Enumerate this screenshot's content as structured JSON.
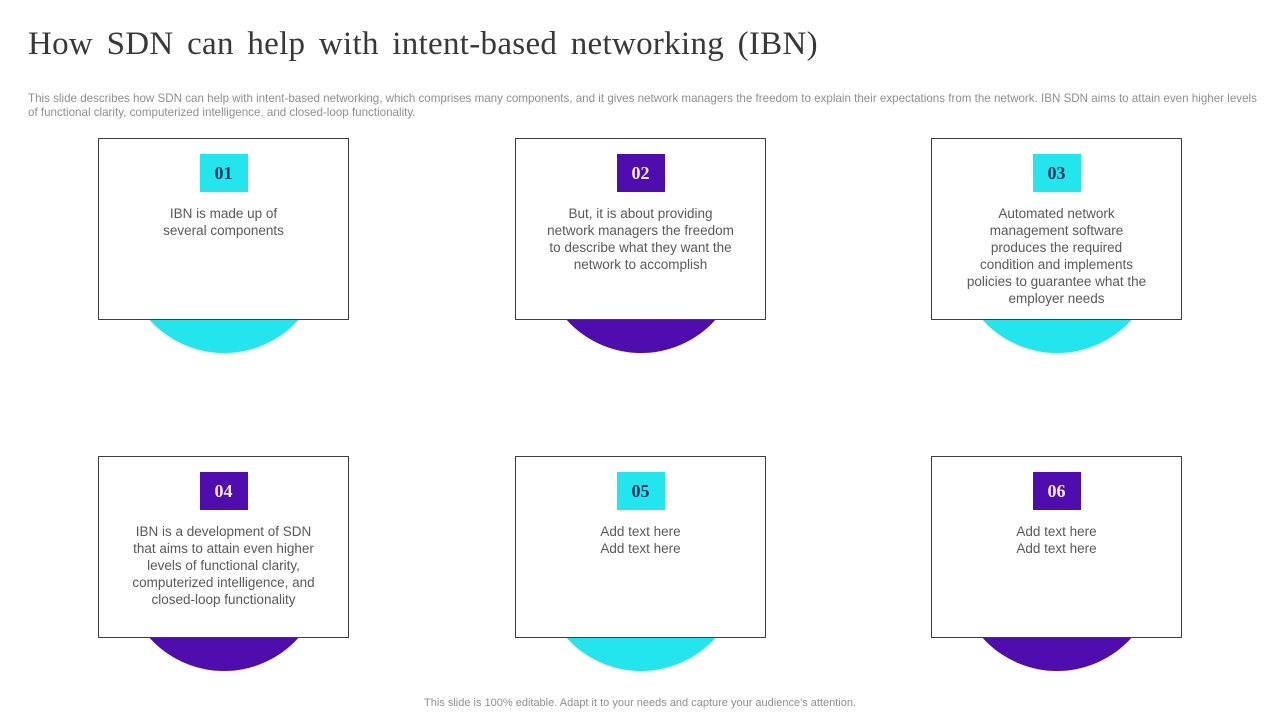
{
  "slide": {
    "title": "How SDN can help with intent-based networking (IBN)",
    "description": "This slide describes how SDN can help with intent-based networking, which comprises many components, and it gives network managers the freedom to explain their expectations from the network. IBN SDN aims to attain even higher levels of functional clarity, computerized intelligence, and closed-loop functionality.",
    "footer": "This slide is 100% editable. Adapt it to your needs and capture your audience's attention."
  },
  "colors": {
    "accent_cyan": "#23E5EE",
    "accent_purple": "#4F0CAE",
    "card_border": "#3F3F3F",
    "card_text": "#595959",
    "title_text": "#383838",
    "muted_text": "#8F8F8F",
    "badge_text_on_cyan": "#16365C",
    "badge_text_on_purple": "#F2EAF9"
  },
  "cards": [
    {
      "number": "01",
      "accent": "cyan",
      "text": "IBN is made up of\nseveral components"
    },
    {
      "number": "02",
      "accent": "purple",
      "text": "But, it is about providing\nnetwork managers the freedom\nto describe what they want the\nnetwork to accomplish"
    },
    {
      "number": "03",
      "accent": "cyan",
      "text": "Automated network\nmanagement software\nproduces the required\ncondition and implements\npolicies to guarantee what the\nemployer needs"
    },
    {
      "number": "04",
      "accent": "purple",
      "text": "IBN is a development of SDN\nthat aims to attain even higher\nlevels of functional clarity,\ncomputerized intelligence, and\nclosed-loop functionality"
    },
    {
      "number": "05",
      "accent": "cyan",
      "text": "Add text here\nAdd text here"
    },
    {
      "number": "06",
      "accent": "purple",
      "text": "Add text here\nAdd text here"
    }
  ]
}
